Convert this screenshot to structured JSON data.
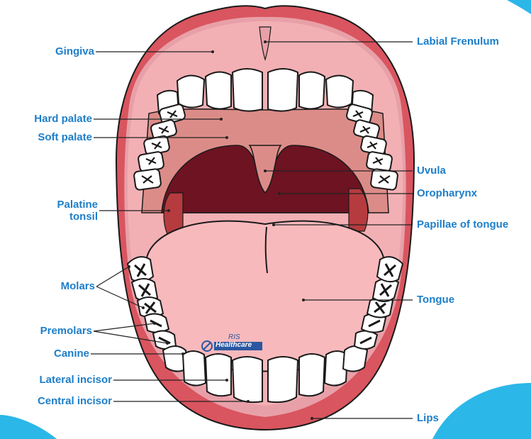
{
  "colors": {
    "label": "#1d7ec9",
    "leader": "#222222",
    "outline": "#1a1a1a",
    "lips_outer": "#d9555f",
    "lips_inner": "#e8a0a8",
    "gum": "#f2b0b4",
    "palate": "#dc8c88",
    "throat": "#6d1322",
    "tonsil": "#b63b3e",
    "tongue": "#f8b9bc",
    "tooth": "#ffffff",
    "corner_blue": "#2bb7e8"
  },
  "labels_left": {
    "gingiva": "Gingiva",
    "hard_palate": "Hard palate",
    "soft_palate": "Soft palate",
    "palatine_tonsil_line1": "Palatine",
    "palatine_tonsil_line2": "tonsil",
    "molars": "Molars",
    "premolars": "Premolars",
    "canine": "Canine",
    "lateral_incisor": "Lateral incisor",
    "central_incisor": "Central incisor"
  },
  "labels_right": {
    "labial_frenulum": "Labial Frenulum",
    "uvula": "Uvula",
    "oropharynx": "Oropharynx",
    "papillae_of_tongue": "Papillae of tongue",
    "tongue": "Tongue",
    "lips": "Lips"
  },
  "watermark": {
    "line1": "RIS",
    "line2": "Healthcare"
  }
}
